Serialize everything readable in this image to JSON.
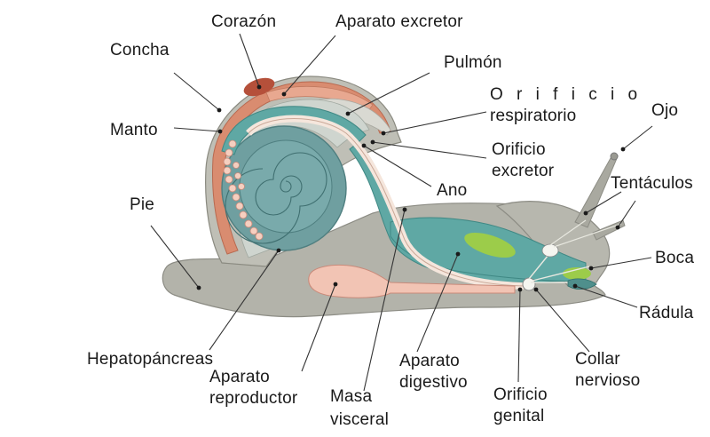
{
  "labels": {
    "corazon": "Corazón",
    "aparato_excretor": "Aparato excretor",
    "concha": "Concha",
    "pulmon": "Pulmón",
    "orificio_respiratorio_1": "O r i f i c i o",
    "orificio_respiratorio_2": "respiratorio",
    "ojo": "Ojo",
    "manto": "Manto",
    "orificio_excretor_1": "Orificio",
    "orificio_excretor_2": "excretor",
    "tentaculos": "Tentáculos",
    "ano": "Ano",
    "pie": "Pie",
    "boca": "Boca",
    "radula": "Rádula",
    "hepatopancreas": "Hepatopáncreas",
    "aparato_reproductor_1": "Aparato",
    "aparato_reproductor_2": "reproductor",
    "masa_visceral_1": "Masa",
    "masa_visceral_2": "visceral",
    "aparato_digestivo_1": "Aparato",
    "aparato_digestivo_2": "digestivo",
    "orificio_genital_1": "Orificio",
    "orificio_genital_2": "genital",
    "collar_nervioso_1": "Collar",
    "collar_nervioso_2": "nervioso"
  },
  "colors": {
    "body": "#b3b3aa",
    "shell_wall": "#c9c9c0",
    "mantle_salmon": "#d98c70",
    "heart": "#b5503a",
    "lung": "#d9d9d2",
    "digestive_teal": "#5fa8a4",
    "hepatopancreas": "#6f9fa0",
    "reproductive_pink": "#f2c4b4",
    "green_gland": "#9ccc4a",
    "nerve_white": "#f5f5f0"
  }
}
